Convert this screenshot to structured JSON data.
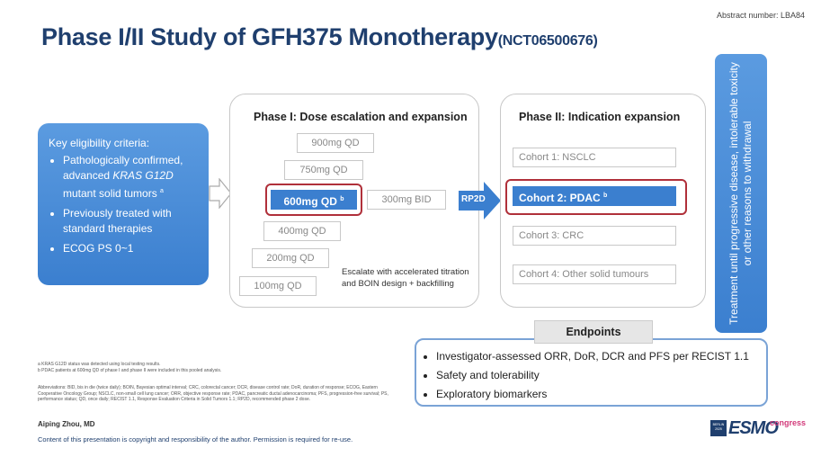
{
  "abstract_number": "Abstract number: LBA84",
  "title": {
    "main": "Phase I/II Study of GFH375 Monotherapy",
    "nct": "(NCT06500676)"
  },
  "eligibility": {
    "heading": "Key eligibility criteria:",
    "items": [
      {
        "pre": "Pathologically confirmed, advanced ",
        "italic": "KRAS G12D",
        "post": " mutant solid tumors ",
        "sup": "a"
      },
      {
        "pre": "Previously treated with standard therapies",
        "italic": "",
        "post": "",
        "sup": ""
      },
      {
        "pre": "ECOG PS 0~1",
        "italic": "",
        "post": "",
        "sup": ""
      }
    ]
  },
  "phase1": {
    "title": "Phase I: Dose escalation and expansion",
    "doses": {
      "d900": "900mg QD",
      "d750": "750mg QD",
      "d600": "600mg QD",
      "d600_sup": "b",
      "d300bid": "300mg BID",
      "d400": "400mg QD",
      "d200": "200mg QD",
      "d100": "100mg QD"
    },
    "escalation_note": "Escalate with accelerated titration and BOIN design + backfilling"
  },
  "rp2d": "RP2D",
  "phase2": {
    "title": "Phase II: Indication expansion",
    "cohorts": {
      "c1": "Cohort 1: NSCLC",
      "c2": "Cohort 2: PDAC",
      "c2_sup": "b",
      "c3": "Cohort 3: CRC",
      "c4": "Cohort 4: Other solid tumours"
    }
  },
  "treatment": "Treatment until progressive disease, intolerable toxicity or other reasons to withdrawal",
  "endpoints": {
    "heading": "Endpoints",
    "items": [
      "Investigator-assessed ORR, DoR, DCR and PFS per RECIST 1.1",
      "Safety and tolerability",
      "Exploratory biomarkers"
    ]
  },
  "footnotes": {
    "a": "a KRAS G12D status was detected using local testing results.",
    "b": "b PDAC patients at 600mg QD of phase I and phase II were included in this pooled analysis.",
    "abbreviations": "Abbreviations: BID, bis in die (twice daily); BOIN, Bayesian optimal interval; CRC, colorectal cancer; DCR, disease control rate; DoR, duration of response; ECOG, Eastern Cooperative Oncology Group; NSCLC, non-small cell lung cancer; ORR, objective response rate; PDAC, pancreatic ductal adenocarcinoma; PFS, progression-free survival; PS, performance status; QD, once daily; RECIST 1.1, Response Evaluation Criteria in Solid Tumors 1.1; RP2D, recommended phase 2 dose."
  },
  "author": "Aiping Zhou, MD",
  "copyright": "Content of this presentation is copyright and responsibility of the author. Permission is required for re-use.",
  "logo": {
    "city": "BERLIN 2025",
    "brand": "ESMO",
    "suffix": "congress"
  },
  "colors": {
    "accent_blue": "#3b7fcf",
    "title_navy": "#1f3f6e",
    "highlight_red": "#b0303a"
  }
}
